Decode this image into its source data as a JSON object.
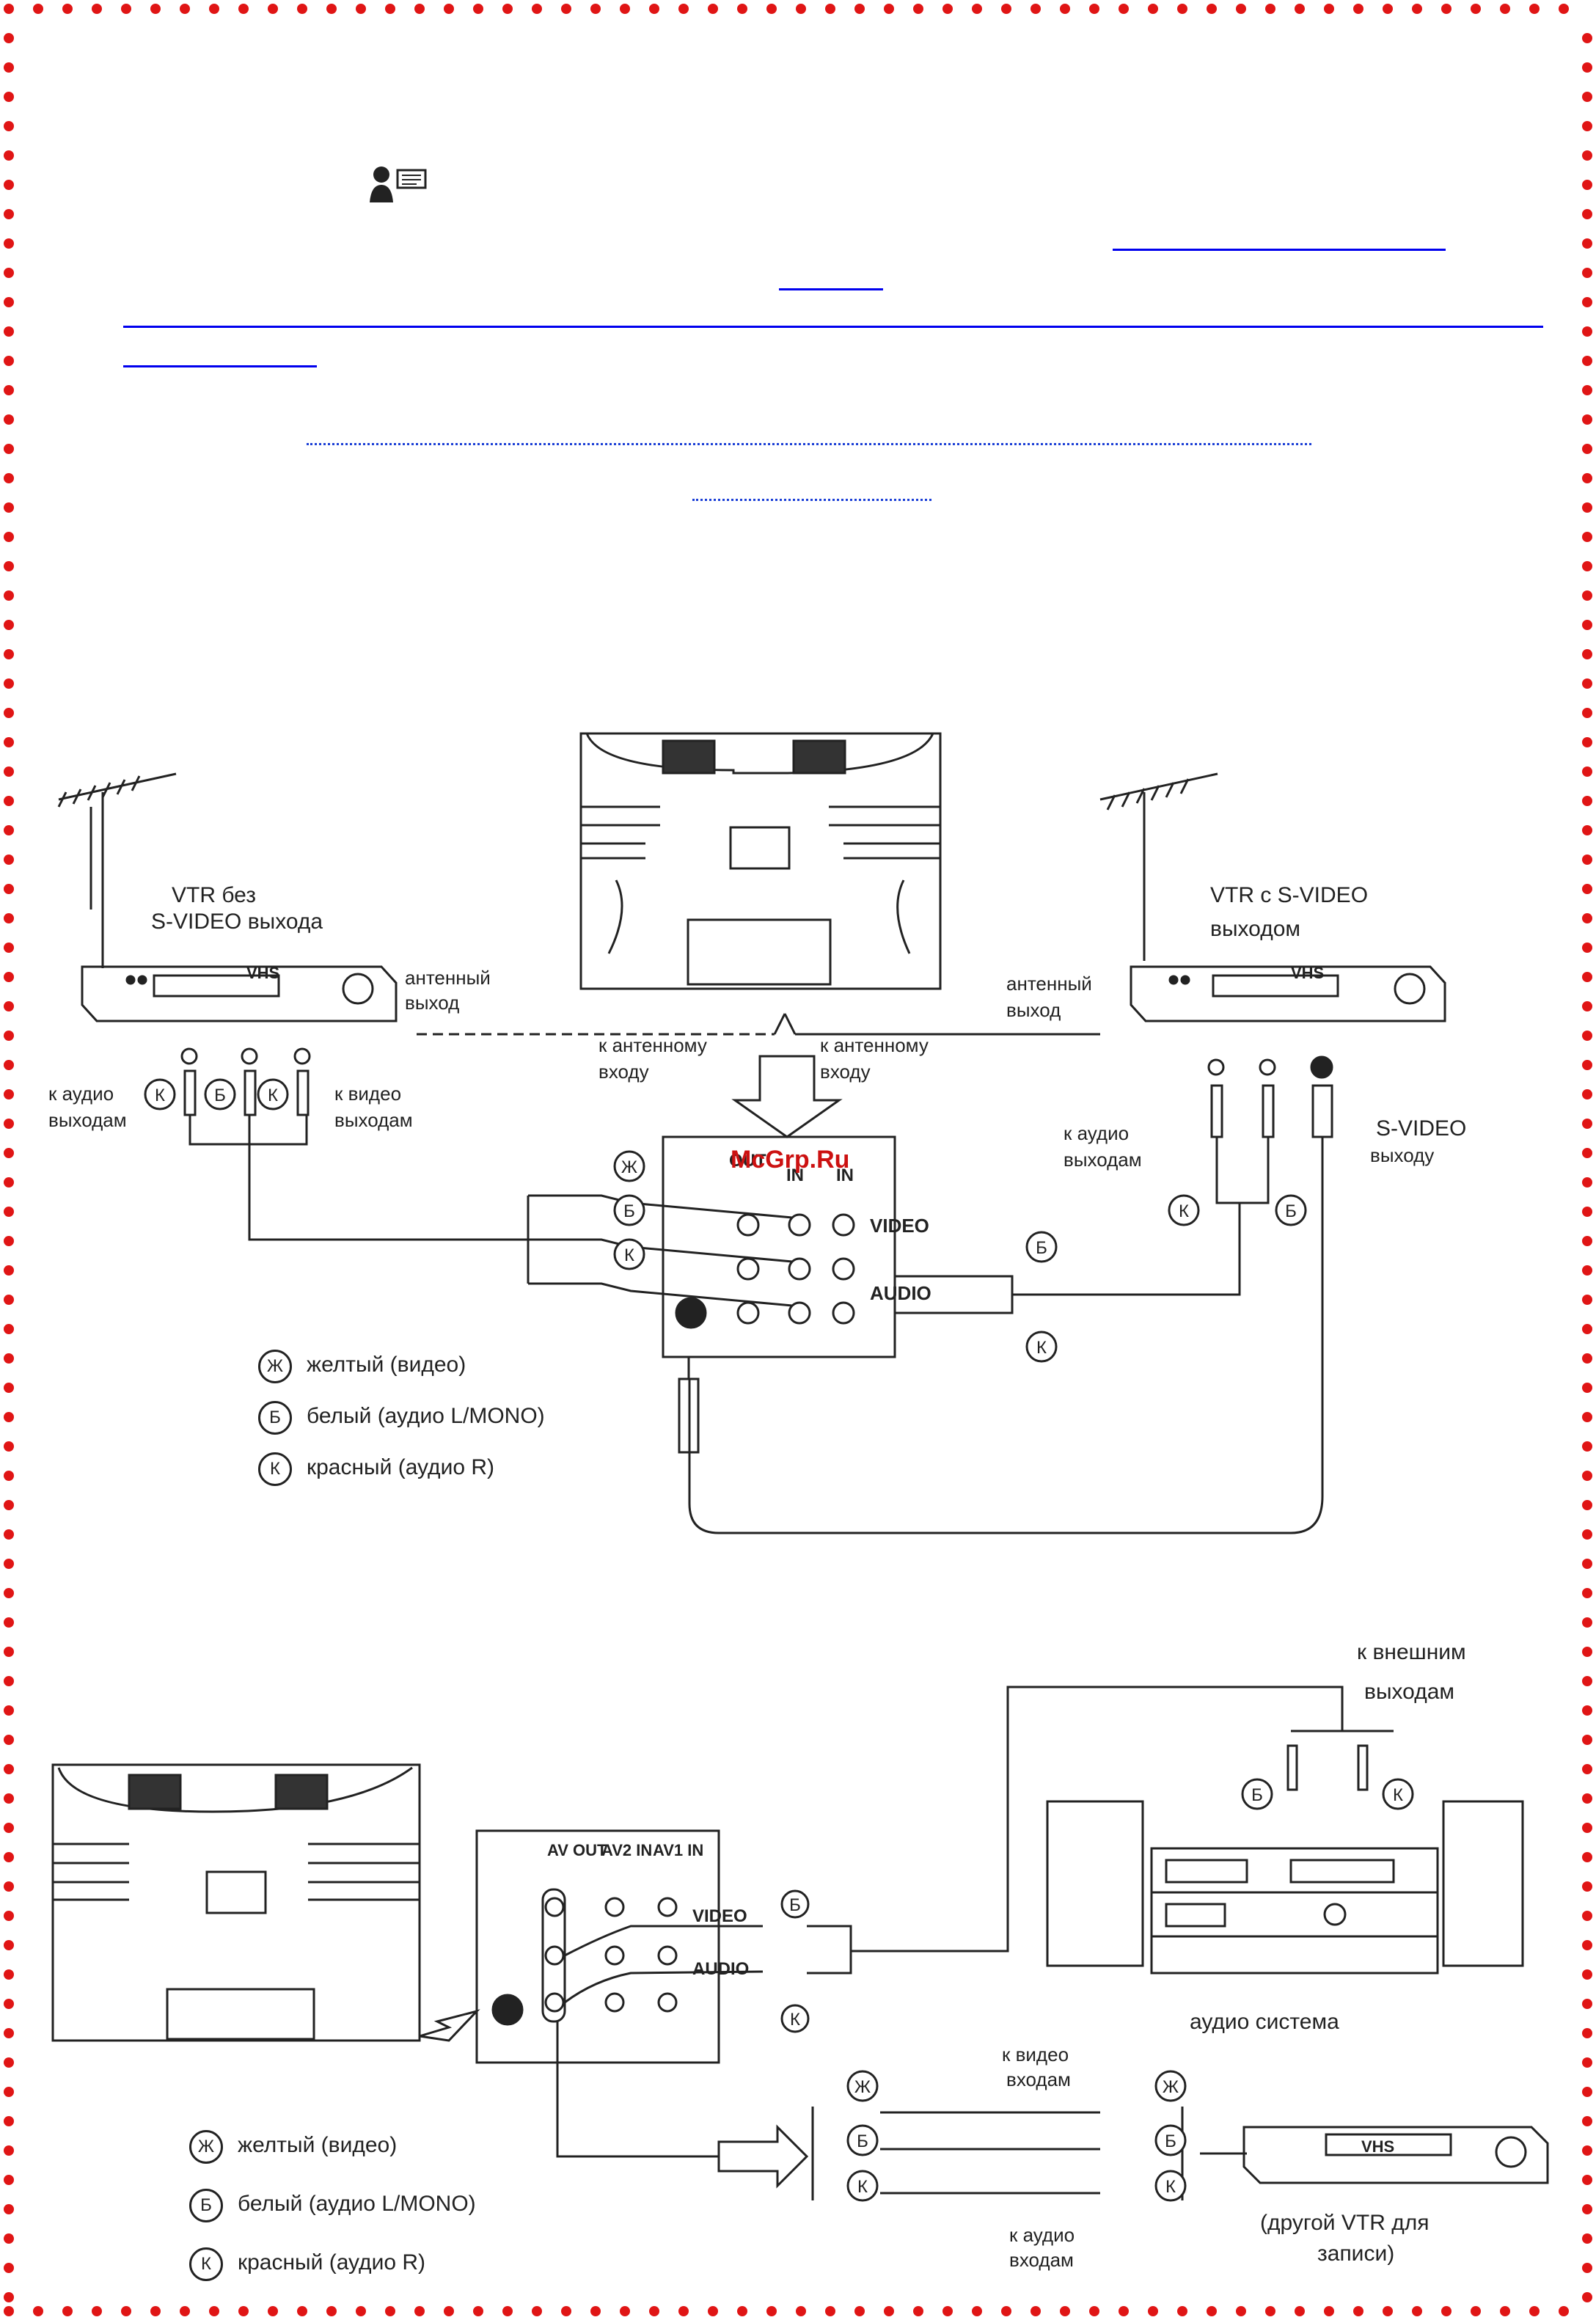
{
  "colors": {
    "border_dots": "#e01515",
    "link_line": "#0000ee",
    "watermark": "#cc1111"
  },
  "icons": {
    "manual_icon": "person-speaking-icon"
  },
  "watermark": "McGrp.Ru",
  "diagram1": {
    "vtr_left": {
      "label_line1": "VTR без",
      "label_line2": "S-VIDEO выхода",
      "brand": "VHS"
    },
    "vtr_right": {
      "label_line1": "VTR с  S-VIDEO",
      "label_line2": "выходом",
      "brand": "VHS"
    },
    "antenna_out_left": [
      "антенный",
      "выход"
    ],
    "antenna_out_right": [
      "антенный",
      "выход"
    ],
    "to_antenna_in_left": [
      "к антенному",
      "входу"
    ],
    "to_antenna_in_right": [
      "к антенному",
      "входу"
    ],
    "to_audio_out_left": [
      "к аудио",
      "выходам"
    ],
    "to_video_out_left": [
      "к видео",
      "выходам"
    ],
    "to_audio_out_right": [
      "к аудио",
      "выходам"
    ],
    "to_svideo_out_right": [
      "S-VIDEO",
      "выходу"
    ],
    "panel": {
      "col1": "OUT",
      "col2": "IN",
      "col3": "IN",
      "video": "VIDEO",
      "audio": "AUDIO"
    },
    "legend": [
      {
        "mark": "Ж",
        "text": "желтый (видео)"
      },
      {
        "mark": "Б",
        "text": "белый  (аудио L/MONO)"
      },
      {
        "mark": "К",
        "text": "красный  (аудио R)"
      }
    ],
    "marks": {
      "yellow": "Ж",
      "white": "Б",
      "red": "К"
    }
  },
  "diagram2": {
    "to_ext_outputs": [
      "к внешним",
      "выходам"
    ],
    "audio_system": "аудио система",
    "panel": {
      "col1": "AV OUT",
      "col2": "AV2 IN",
      "col3": "AV1 IN",
      "video": "VIDEO",
      "audio": "AUDIO"
    },
    "to_video_inputs": [
      "к видео",
      "входам"
    ],
    "to_audio_inputs": [
      "к аудио",
      "входам"
    ],
    "other_vtr": [
      "(другой VTR для",
      "записи)"
    ],
    "vtr_brand": "VHS",
    "legend": [
      {
        "mark": "Ж",
        "text": "желтый (видео)"
      },
      {
        "mark": "Б",
        "text": "белый  (аудио L/MONO)"
      },
      {
        "mark": "К",
        "text": "красный  (аудио R)"
      }
    ],
    "marks": {
      "yellow": "Ж",
      "white": "Б",
      "red": "К"
    }
  }
}
